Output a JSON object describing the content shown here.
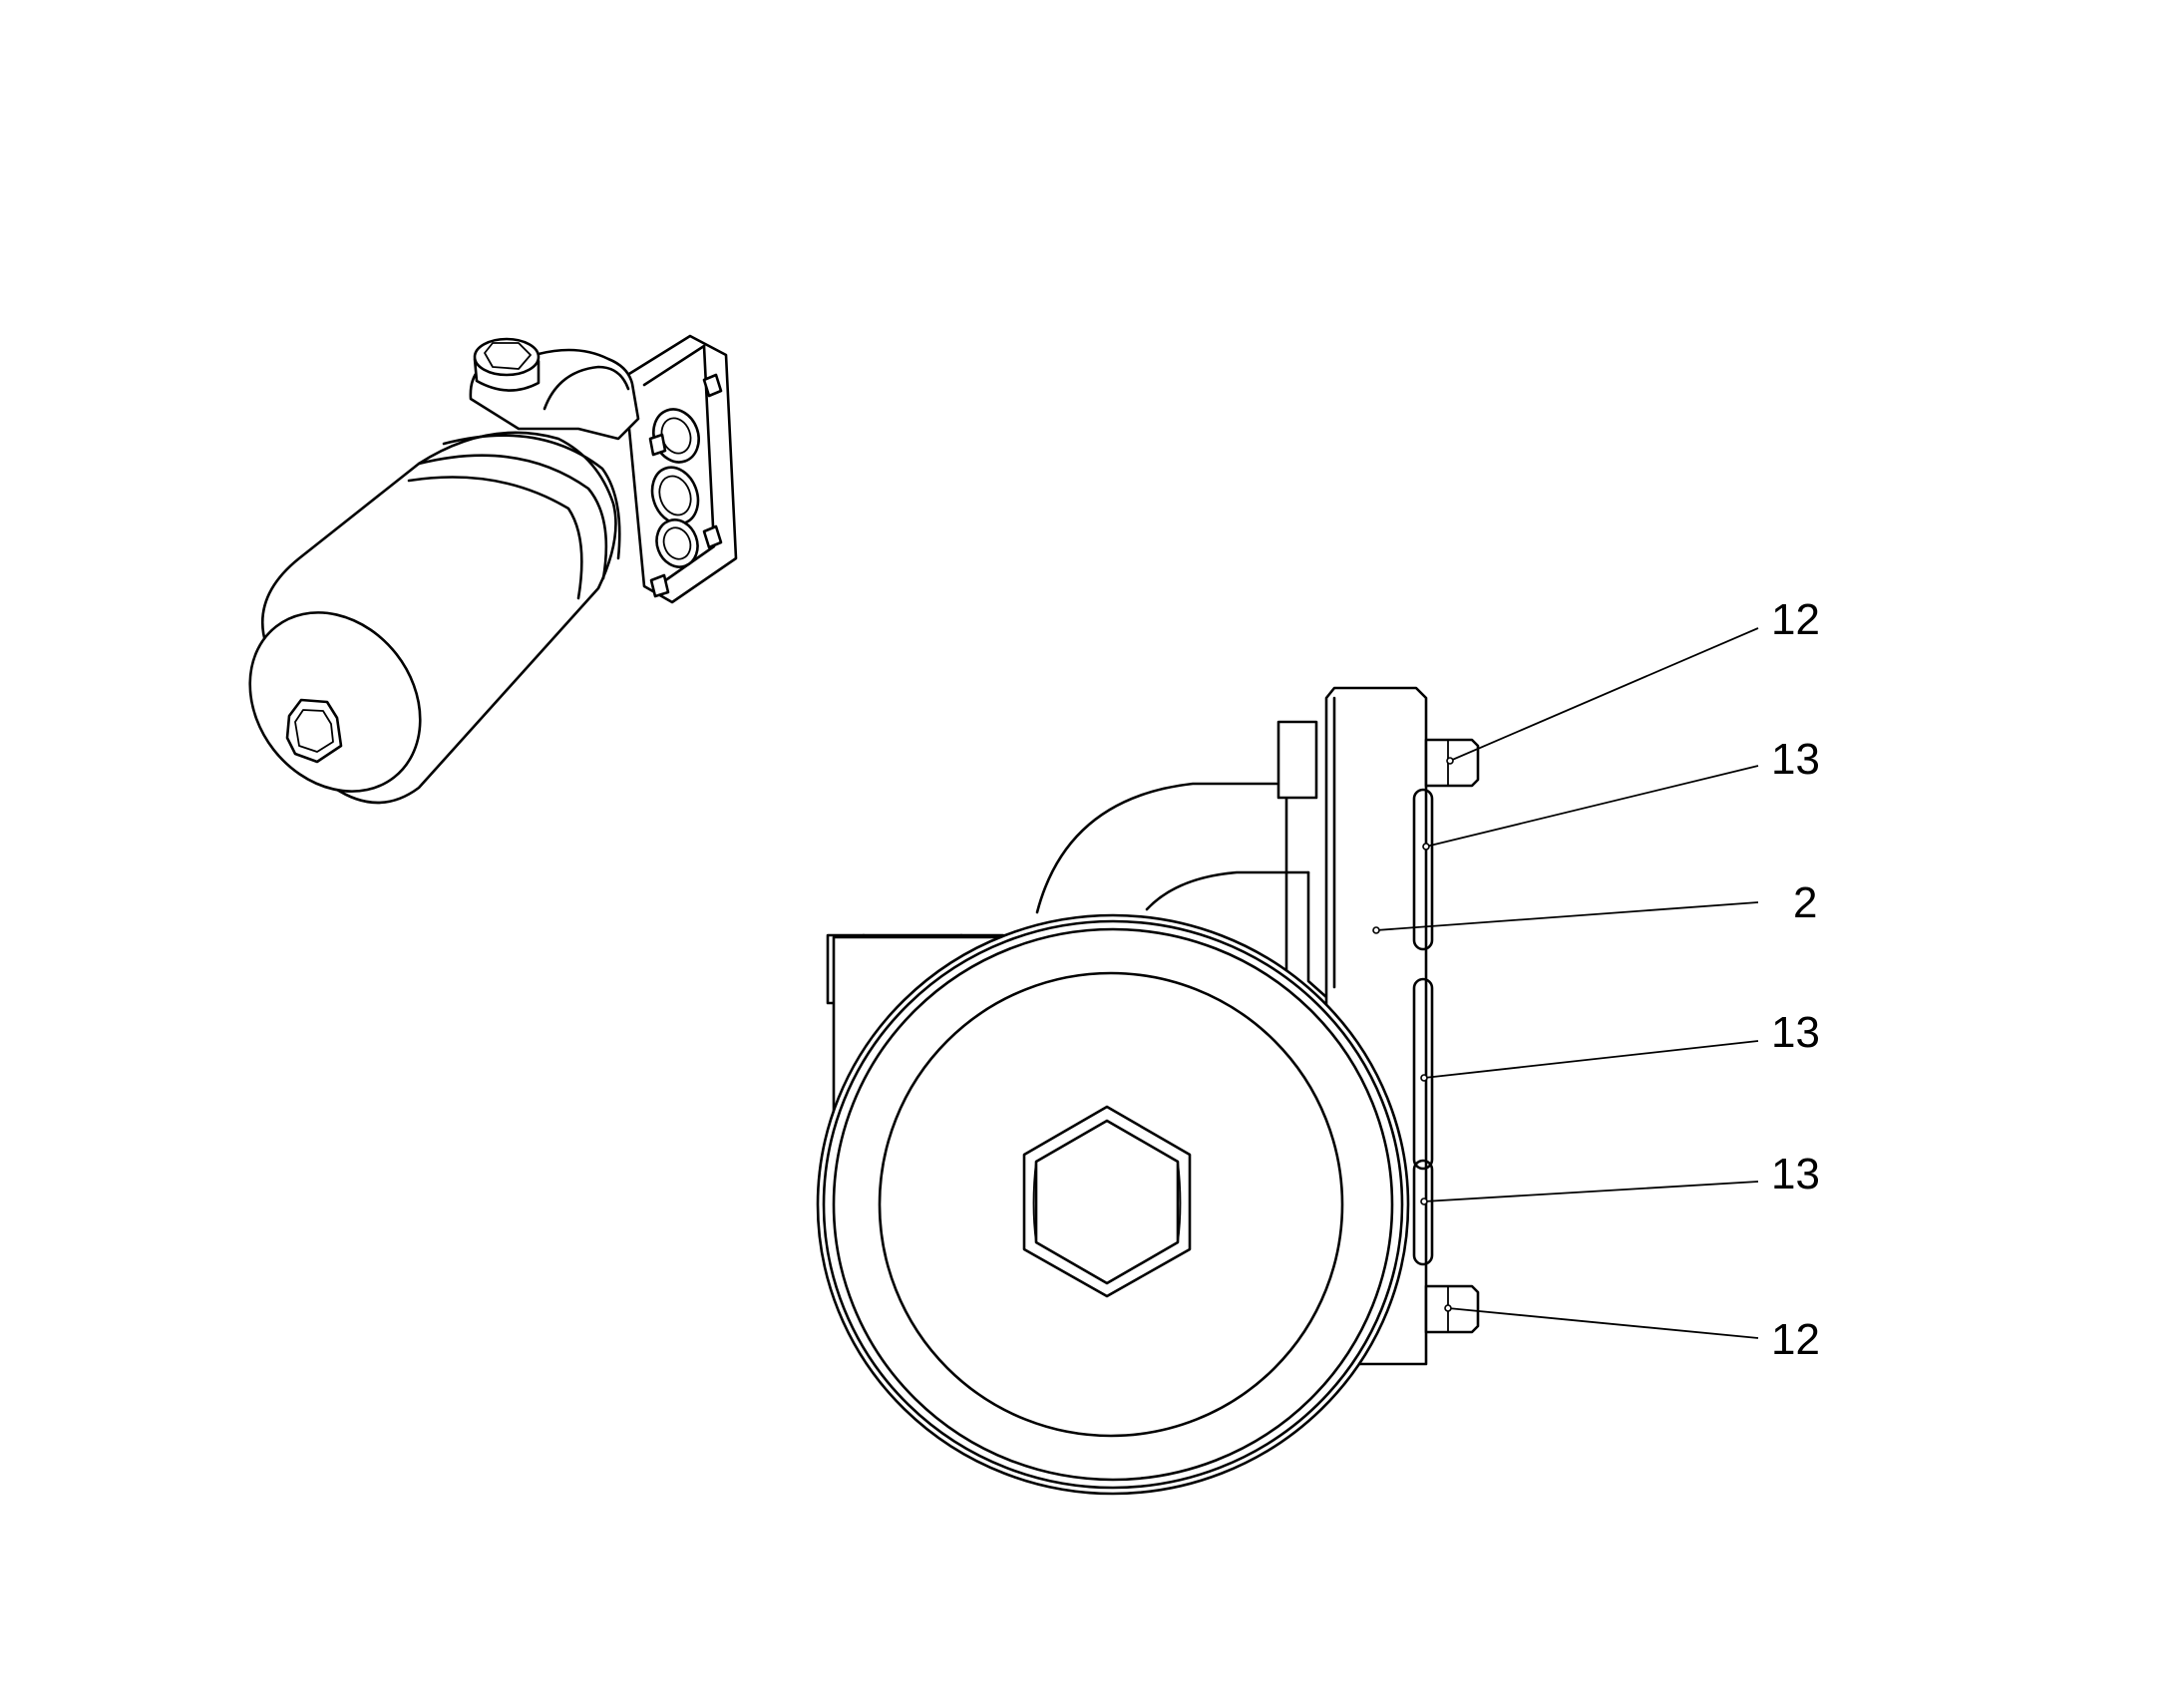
{
  "diagram": {
    "callouts": [
      {
        "id": "c1",
        "label": "12"
      },
      {
        "id": "c2",
        "label": "13"
      },
      {
        "id": "c3",
        "label": "2"
      },
      {
        "id": "c4",
        "label": "13"
      },
      {
        "id": "c5",
        "label": "13"
      },
      {
        "id": "c6",
        "label": "12"
      }
    ]
  }
}
